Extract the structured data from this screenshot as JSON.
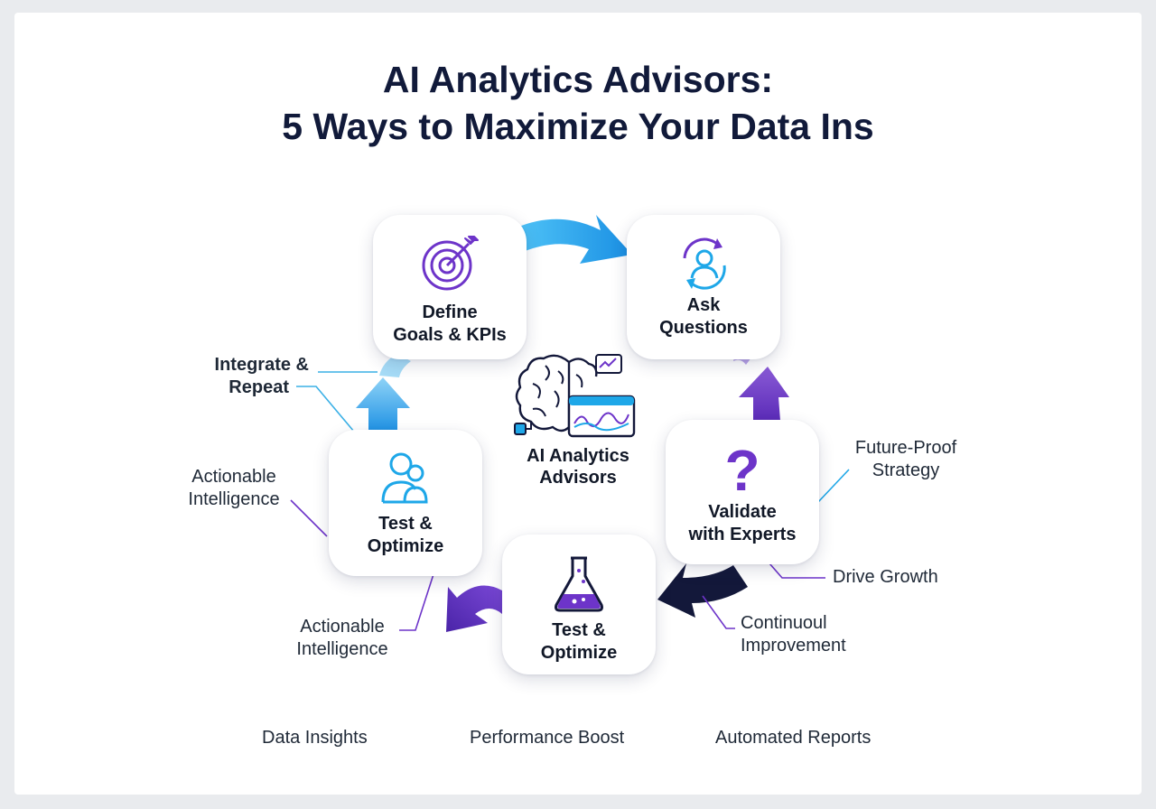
{
  "title": {
    "line1": "AI Analytics Advisors:",
    "line2": "5 Ways to Maximize Your Data Ins"
  },
  "center": {
    "icon": "brain-analytics-icon",
    "label": "AI Analytics Advisors"
  },
  "nodes": [
    {
      "icon": "target-icon",
      "line1": "Define",
      "line2": "Goals & KPIs"
    },
    {
      "icon": "user-refresh-icon",
      "line1": "Ask",
      "line2": "Questions"
    },
    {
      "icon": "question-mark-icon",
      "line1": "Validate",
      "line2": "with Experts"
    },
    {
      "icon": "flask-icon",
      "line1": "Test &",
      "line2": "Optimize"
    },
    {
      "icon": "users-icon",
      "line1": "Test &",
      "line2": "Optimize"
    }
  ],
  "side_labels": {
    "integrate": {
      "line1": "Integrate &",
      "line2": "Repeat"
    },
    "actionable_top": {
      "line1": "Actionable",
      "line2": "Intelligence"
    },
    "actionable_bottom": {
      "line1": "Actionable",
      "line2": "Intelligence"
    },
    "future_proof": {
      "line1": "Future-Proof",
      "line2": "Strategy"
    },
    "drive_growth": "Drive Growth",
    "continuous": {
      "line1": "Continuoul",
      "line2": "Improvement"
    }
  },
  "bottom_labels": [
    "Data Insights",
    "Performance Boost",
    "Automated Reports"
  ],
  "colors": {
    "title": "#111a3a",
    "cyan": "#1ea7e8",
    "purple": "#6d34c9",
    "navy": "#13183a"
  }
}
